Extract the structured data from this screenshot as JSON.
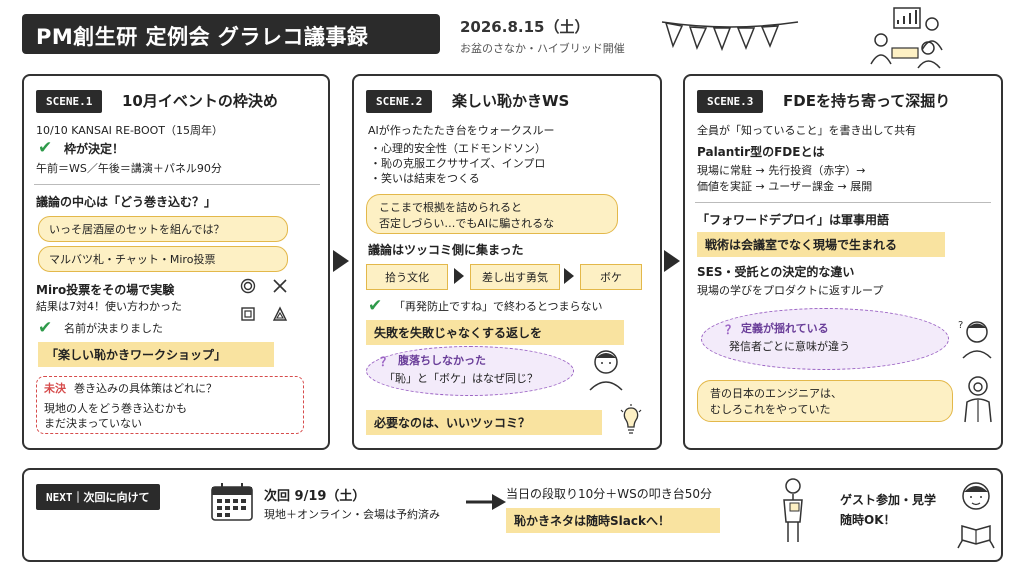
{
  "header": {
    "title": "PM創生研 定例会 グラレコ議事録",
    "date": "2026.8.15（土）",
    "subtitle": "お盆のさなか・ハイブリッド開催"
  },
  "scene1": {
    "tag": "SCENE.1",
    "title": "10月イベントの枠決め",
    "line1": "10/10 KANSAI RE-BOOT（15周年）",
    "decided": "枠が決定！",
    "schedule": "午前＝WS／午後＝講演＋パネル90分",
    "heading": "議論の中心は「どう巻き込む？」",
    "idea1": "いっそ居酒屋のセットを組んでは？",
    "idea2": "マルバツ札・チャット・Miro投票",
    "miro_title": "Miro投票をその場で実験",
    "miro_result": "結果は7対4！使い方わかった",
    "name_decided": "名前が決まりました",
    "ws_name": "「楽しい恥かきワークショップ」",
    "undecided_tag": "未決",
    "undecided_q": "巻き込みの具体策はどれに？",
    "undecided_1": "現地の人をどう巻き込むかも",
    "undecided_2": "まだ決まっていない"
  },
  "scene2": {
    "tag": "SCENE.2",
    "title": "楽しい恥かきWS",
    "intro": "AIが作ったたたき台をウォークスルー",
    "bullets": [
      "・心理的安全性（エドモンドソン）",
      "・恥の克服エクササイズ、インプロ",
      "・笑いは結束をつくる"
    ],
    "quote1": "ここまで根拠を詰められると",
    "quote2": "否定しづらい…でもAIに騙されるな",
    "heading": "議論はツッコミ側に集まった",
    "flow": [
      "拾う文化",
      "差し出す勇気",
      "ボケ"
    ],
    "check_text": "「再発防止ですね」で終わるとつまらない",
    "hl": "失敗を失敗じゃなくする返しを",
    "question_mark": "？",
    "q_title": "腹落ちしなかった",
    "q_body": "「恥」と「ボケ」はなぜ同じ？",
    "final": "必要なのは、いいツッコミ？"
  },
  "scene3": {
    "tag": "SCENE.3",
    "title": "FDEを持ち寄って深掘り",
    "intro": "全員が「知っていること」を書き出して共有",
    "fde_heading": "Palantir型のFDEとは",
    "fde_1": "現場に常駐 → 先行投資（赤字）→",
    "fde_2": "価値を実証 → ユーザー課金 → 展開",
    "military": "「フォワードデプロイ」は軍事用語",
    "hl": "戦術は会議室でなく現場で生まれる",
    "ses_heading": "SES・受託との決定的な違い",
    "ses_body": "現場の学びをプロダクトに返すループ",
    "question_mark": "？",
    "def_title": "定義が揺れている",
    "def_body": "発信者ごとに意味が違う",
    "old_1": "昔の日本のエンジニアは、",
    "old_2": "むしろこれをやっていた"
  },
  "next": {
    "tag": "NEXT｜次回に向けて",
    "date_label": "次回 9/19（土）",
    "venue": "現地＋オンライン・会場は予約済み",
    "plan": "当日の段取り10分＋WSの叩き台50分",
    "hl": "恥かきネタは随時Slackへ！",
    "guest_1": "ゲスト参加・見学",
    "guest_2": "随時OK！"
  },
  "colors": {
    "dark": "#2b2b2b",
    "highlight": "#f9e3a0",
    "pill": "#fdf0c4",
    "check": "#2e9a4a",
    "red": "#d64b4b",
    "purple": "#9b63c4"
  },
  "icons": [
    "check-icon",
    "bunting-icon",
    "meeting-people-icon",
    "calendar-icon",
    "circle-symbol-icon",
    "cross-symbol-icon",
    "square-symbol-icon",
    "triangle-symbol-icon",
    "lightbulb-icon",
    "person-icon",
    "camera-person-icon",
    "presenter-icon",
    "reading-person-icon"
  ]
}
